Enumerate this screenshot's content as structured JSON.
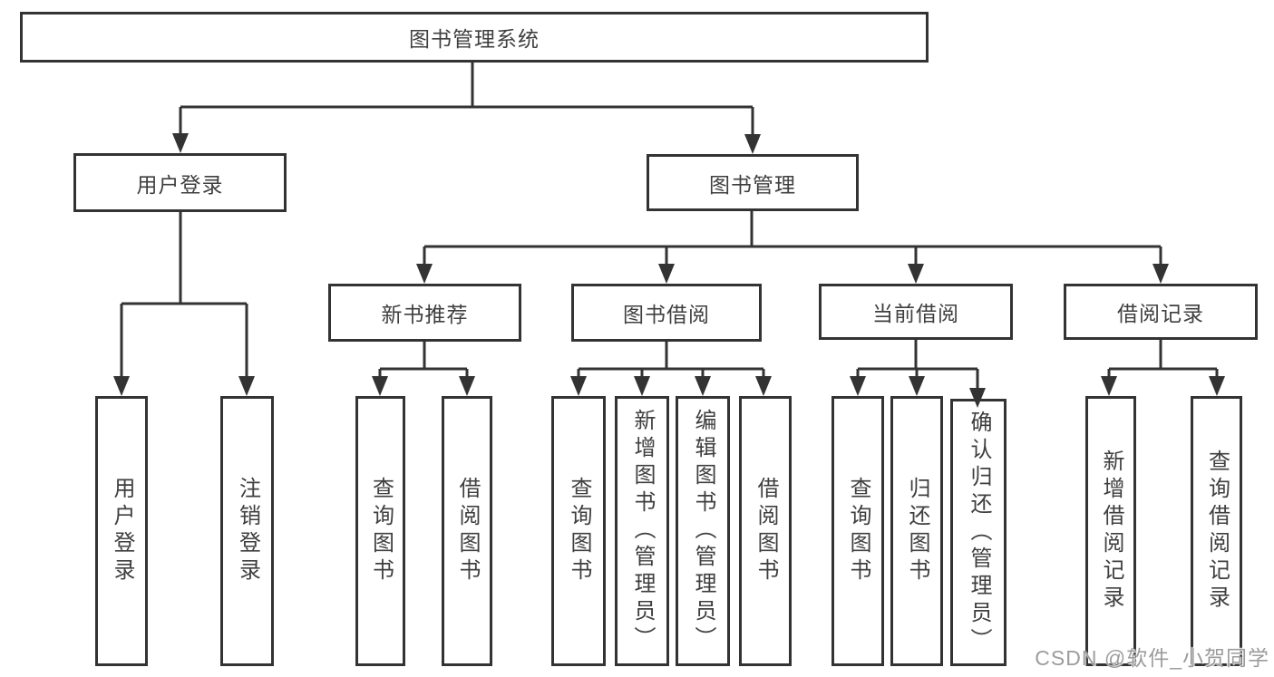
{
  "diagram_title": "图书管理系统",
  "nodes": [
    {
      "id": "root",
      "label": "图书管理系统",
      "parent": null
    },
    {
      "id": "user-login-branch",
      "label": "用户登录",
      "parent": "root"
    },
    {
      "id": "book-mgmt",
      "label": "图书管理",
      "parent": "root"
    },
    {
      "id": "new-book-rec",
      "label": "新书推荐",
      "parent": "book-mgmt"
    },
    {
      "id": "book-borrow",
      "label": "图书借阅",
      "parent": "book-mgmt"
    },
    {
      "id": "current-borrow",
      "label": "当前借阅",
      "parent": "book-mgmt"
    },
    {
      "id": "borrow-records",
      "label": "借阅记录",
      "parent": "book-mgmt"
    },
    {
      "id": "login",
      "label": "用户登录",
      "parent": "user-login-branch"
    },
    {
      "id": "logout",
      "label": "注销登录",
      "parent": "user-login-branch"
    },
    {
      "id": "rec-query-books",
      "label": "查询图书",
      "parent": "new-book-rec"
    },
    {
      "id": "rec-borrow-books",
      "label": "借阅图书",
      "parent": "new-book-rec"
    },
    {
      "id": "bb-query-books",
      "label": "查询图书",
      "parent": "book-borrow"
    },
    {
      "id": "bb-add-books",
      "label": "新增图书（管理员）",
      "parent": "book-borrow"
    },
    {
      "id": "bb-edit-books",
      "label": "编辑图书（管理员）",
      "parent": "book-borrow"
    },
    {
      "id": "bb-borrow-books",
      "label": "借阅图书",
      "parent": "book-borrow"
    },
    {
      "id": "cb-query-books",
      "label": "查询图书",
      "parent": "current-borrow"
    },
    {
      "id": "cb-return-books",
      "label": "归还图书",
      "parent": "current-borrow"
    },
    {
      "id": "cb-confirm-return",
      "label": "确认归还（管理员）",
      "parent": "current-borrow"
    },
    {
      "id": "br-add-record",
      "label": "新增借阅记录",
      "parent": "borrow-records"
    },
    {
      "id": "br-query-record",
      "label": "查询借阅记录",
      "parent": "borrow-records"
    }
  ],
  "watermark": {
    "text": "CSDN @软件_小贺同学"
  },
  "colors": {
    "line": "#333333",
    "text": "#3f3f3f",
    "watermark": "#9c9c9c",
    "background": "#ffffff"
  }
}
